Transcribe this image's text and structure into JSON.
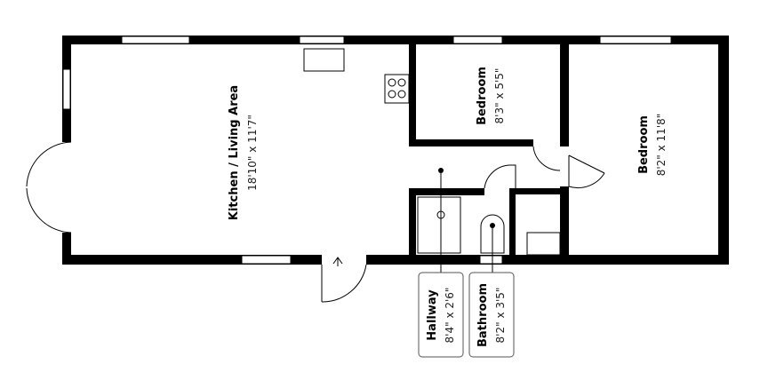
{
  "rooms": [
    {
      "name": "Kitchen / Living Area",
      "dims": "18'10\" x 11'7\""
    },
    {
      "name": "Bedroom",
      "dims": "8'3\" x 5'5\""
    },
    {
      "name": "Bedroom",
      "dims": "8'2\" x 11'8\""
    },
    {
      "name": "Hallway",
      "dims": "8'4\" x 2'6\""
    },
    {
      "name": "Bathroom",
      "dims": "8'2\" x 3'5\""
    }
  ]
}
